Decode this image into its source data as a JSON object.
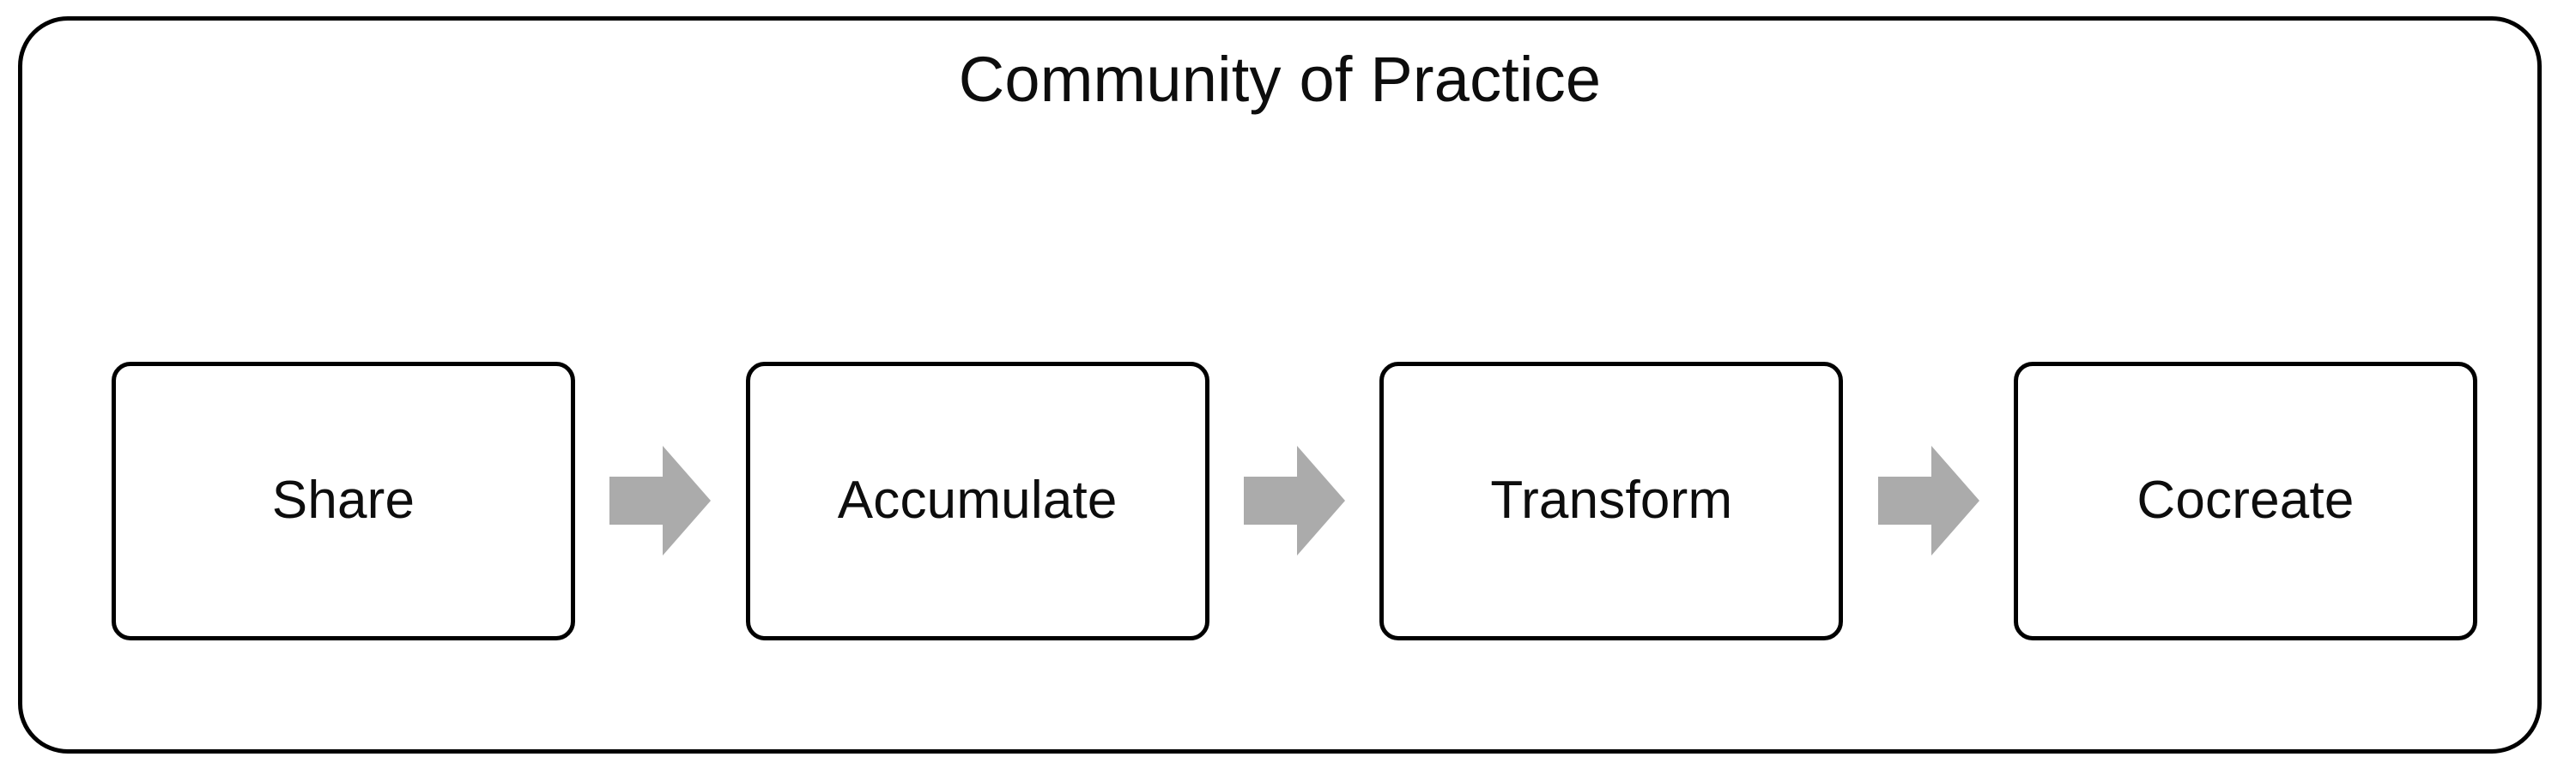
{
  "diagram": {
    "title": "Community of Practice",
    "type": "process-flow",
    "container_shape": "rounded-rectangle",
    "colors": {
      "stroke": "#000000",
      "text": "#0d0d0d",
      "background": "#ffffff",
      "arrow_fill": "#ababab"
    },
    "stages": [
      {
        "label": "Share"
      },
      {
        "label": "Accumulate"
      },
      {
        "label": "Transform"
      },
      {
        "label": "Cocreate"
      }
    ],
    "connectors": [
      {
        "icon": "right-block-arrow-icon",
        "from": "Share",
        "to": "Accumulate"
      },
      {
        "icon": "right-block-arrow-icon",
        "from": "Accumulate",
        "to": "Transform"
      },
      {
        "icon": "right-block-arrow-icon",
        "from": "Transform",
        "to": "Cocreate"
      }
    ]
  }
}
